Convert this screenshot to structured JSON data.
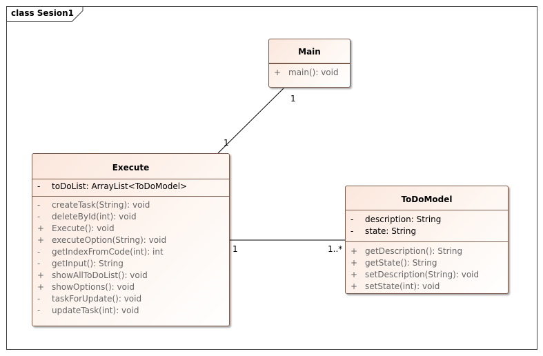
{
  "frame": {
    "title": "class Sesion1"
  },
  "classes": {
    "main": {
      "name": "Main",
      "attributes": [],
      "operations": [
        {
          "vis": "+",
          "text": "main(): void"
        }
      ]
    },
    "execute": {
      "name": "Execute",
      "attributes": [
        {
          "vis": "-",
          "text": "toDoList: ArrayList<ToDoModel>"
        }
      ],
      "operations": [
        {
          "vis": "-",
          "text": "createTask(String): void"
        },
        {
          "vis": "-",
          "text": "deleteById(int): void"
        },
        {
          "vis": "+",
          "text": "Execute(): void"
        },
        {
          "vis": "+",
          "text": "executeOption(String): void"
        },
        {
          "vis": "-",
          "text": "getIndexFromCode(int): int"
        },
        {
          "vis": "-",
          "text": "getInput(): String"
        },
        {
          "vis": "+",
          "text": "showAllToDoList(): void"
        },
        {
          "vis": "+",
          "text": "showOptions(): void"
        },
        {
          "vis": "-",
          "text": "taskForUpdate(): void"
        },
        {
          "vis": "-",
          "text": "updateTask(int): void"
        }
      ]
    },
    "todomodel": {
      "name": "ToDoModel",
      "attributes": [
        {
          "vis": "-",
          "text": "description: String"
        },
        {
          "vis": "-",
          "text": "state: String"
        }
      ],
      "operations": [
        {
          "vis": "+",
          "text": "getDescription(): String"
        },
        {
          "vis": "+",
          "text": "getState(): String"
        },
        {
          "vis": "+",
          "text": "setDescription(String): void"
        },
        {
          "vis": "+",
          "text": "setState(int): void"
        }
      ]
    }
  },
  "associations": {
    "main_execute": {
      "main_end": "1",
      "execute_end": "1"
    },
    "execute_todomodel": {
      "execute_end": "1",
      "todomodel_end": "1..*"
    }
  }
}
